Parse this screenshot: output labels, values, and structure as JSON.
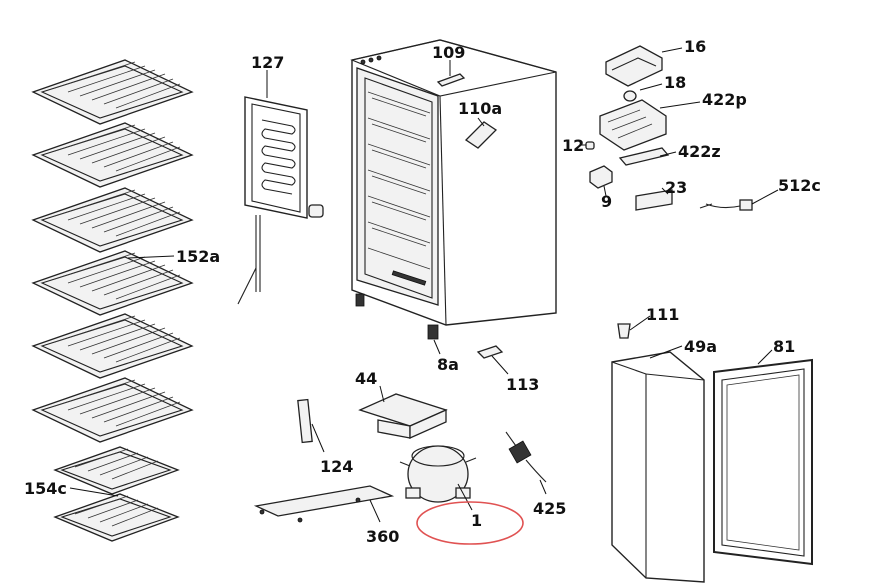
{
  "labels": {
    "l16": "16",
    "l18": "18",
    "l422p": "422p",
    "l12": "12",
    "l422z": "422z",
    "l9": "9",
    "l23": "23",
    "l512c": "512c",
    "l109": "109",
    "l110a": "110a",
    "l127": "127",
    "l152a": "152a",
    "l154c": "154c",
    "l8a": "8a",
    "l113": "113",
    "l111": "111",
    "l49a": "49a",
    "l81": "81",
    "l44": "44",
    "l124": "124",
    "l360": "360",
    "l1": "1",
    "l425": "425"
  },
  "colors": {
    "highlight_ellipse": "#e05252",
    "line_art": "#222222"
  },
  "highlight": {
    "target_label": "1"
  }
}
